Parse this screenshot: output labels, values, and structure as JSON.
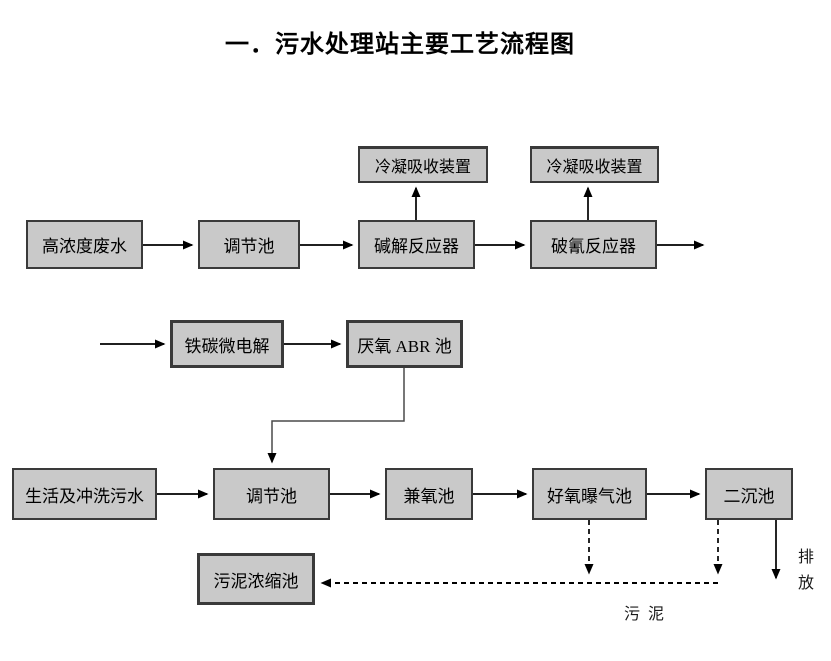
{
  "title": "一．污水处理站主要工艺流程图",
  "boxes": {
    "condenser_1": "冷凝吸收装置",
    "condenser_2": "冷凝吸收装置",
    "high_conc_wastewater": "高浓度废水",
    "regulating_tank_top": "调节池",
    "alkaline_hydrolysis_reactor": "碱解反应器",
    "cyanide_breaking_reactor": "破氰反应器",
    "iron_carbon_microelectrolysis": "铁碳微电解",
    "anaerobic_abr_tank": "厌氧 ABR 池",
    "domestic_flushing_sewage": "生活及冲洗污水",
    "regulating_tank_bottom": "调节池",
    "facultative_tank": "兼氧池",
    "aerobic_aeration_tank": "好氧曝气池",
    "secondary_sedimentation_tank": "二沉池",
    "sludge_thickening_tank": "污泥浓缩池"
  },
  "labels": {
    "discharge": "排\n放",
    "sludge": "污  泥"
  },
  "colors": {
    "box_fill": "#c9c9c9",
    "box_border": "#3a3a3a",
    "line": "#000000"
  }
}
